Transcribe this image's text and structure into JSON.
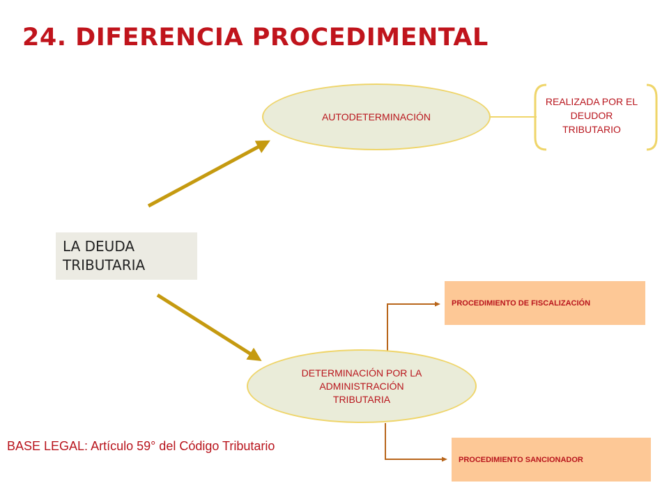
{
  "title": "24. DIFERENCIA PROCEDIMENTAL",
  "nodes": {
    "deuda": "LA DEUDA TRIBUTARIA",
    "autodeterminacion": "AUTODETERMINACIÓN",
    "realizada": "REALIZADA POR EL DEUDOR TRIBUTARIO",
    "determinacion_admin": "DETERMINACIÓN POR LA ADMINISTRACIÓN TRIBUTARIA",
    "proc_fiscalizacion": "PROCEDIMIENTO DE FISCALIZACIÓN",
    "proc_sancionador": "PROCEDIMIENTO SANCIONADOR"
  },
  "base_legal": "BASE LEGAL: Artículo 59° del Código Tributario",
  "colors": {
    "title": "#c0141c",
    "text_red": "#b8141c",
    "arrow_gold": "#c59a10",
    "connector_brown": "#b8651a",
    "bracket_gold": "#efd56a",
    "ellipse_fill": "#eaecd9",
    "proc_fill": "#fdc896",
    "deuda_fill": "#ecebe3"
  }
}
